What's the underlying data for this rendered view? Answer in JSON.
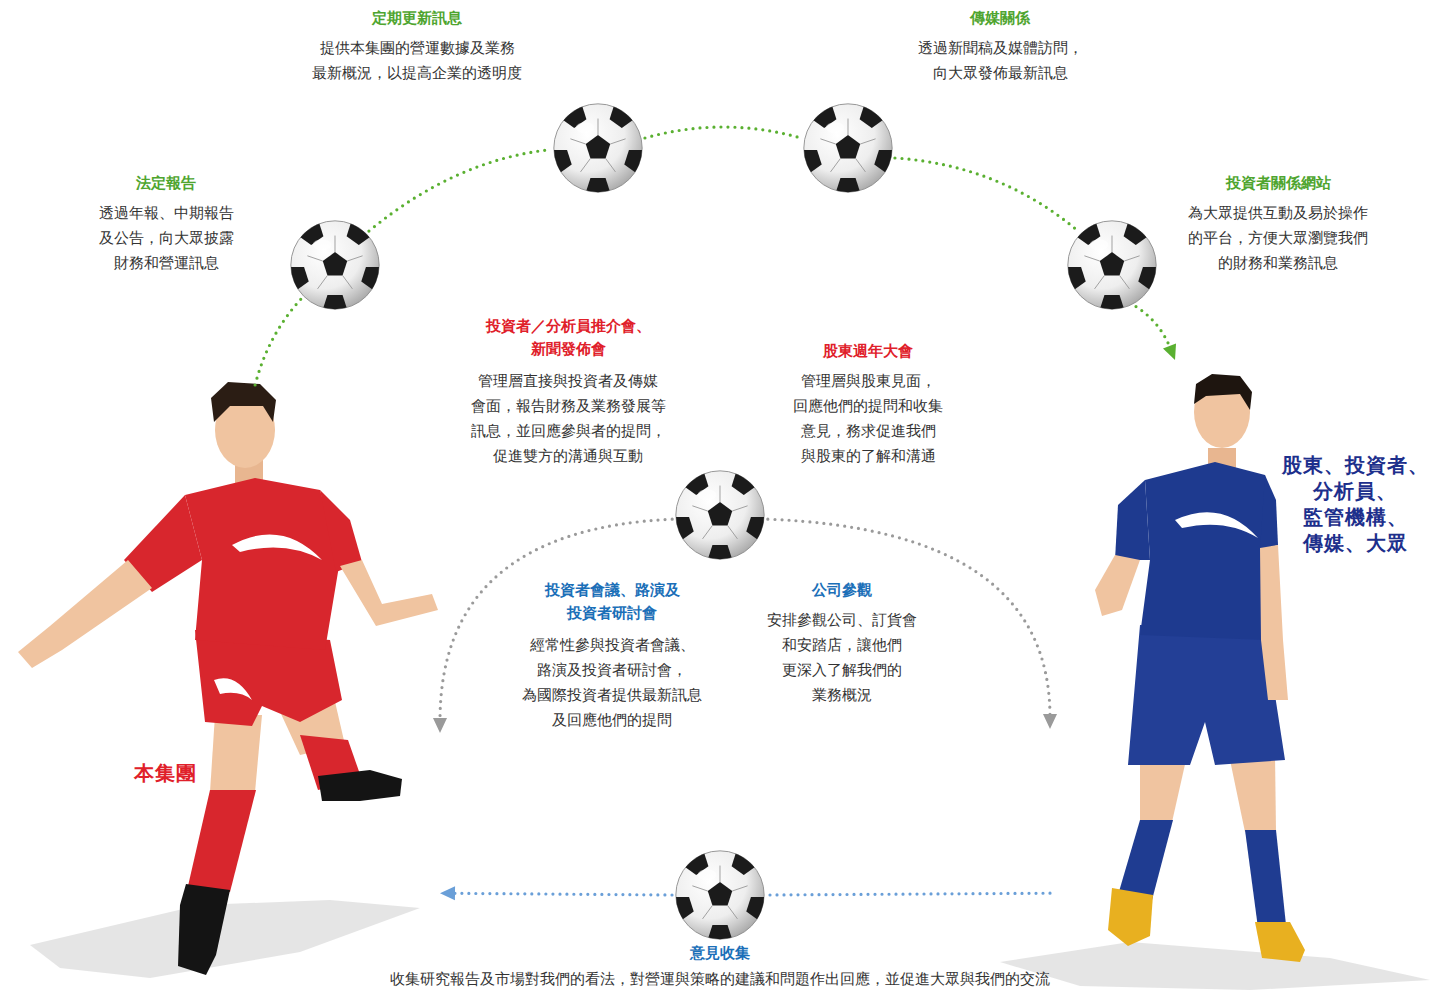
{
  "diagram": {
    "nodes": [
      {
        "text": [
          "定期更新訊息",
          "提供本集團的營運數據及業務 最新概況，以提高企業的透明度"
        ]
      },
      {
        "text": [
          "傳媒關係",
          "透過新聞稿及媒體訪問， 向大眾發佈最新訊息"
        ]
      },
      {
        "text": [
          "法定報告",
          "透過年報、中期報告 及公告，向大眾披露 財務和營運訊息"
        ]
      },
      {
        "text": [
          "投資者關係網站",
          "為大眾提供互動及易於操作 的平台，方便大眾瀏覽我們 的財務和業務訊息"
        ]
      },
      {
        "text": [
          "投資者／分析員推介會、 新聞發佈會",
          "管理層直接與投資者及傳媒 會面，報告財務及業務發展等 訊息，並回應參與者的提問， 促進雙方的溝通與互動",
          "股東週年大會",
          "管理層與股東見面， 回應他們的提問和收集 意見，務求促進我們 與股東的了解和溝通",
          "投資者會議、路演及 投資者研討會",
          "經常性參與投資者會議、 路演及投資者研討會， 為國際投資者提供最新訊息 及回應他們的提問",
          "公司參觀",
          "安排參觀公司、訂貨會 和安踏店，讓他們 更深入了解我們的 業務概況"
        ]
      },
      {
        "text": [
          "股東、投資者、 分析員、 監管機構、 傳媒、大眾"
        ]
      },
      {
        "text": [
          "本集團"
        ]
      },
      {
        "text": [
          "意見收集",
          "收集研究報告及市場對我們的看法，對營運與策略的建議和問題作出回應，並促進大眾與我們的交流"
        ]
      }
    ],
    "edges": [
      {
        "from": 6,
        "to": 2,
        "arrow": "none"
      },
      {
        "from": 2,
        "to": 0,
        "arrow": "none"
      },
      {
        "from": 0,
        "to": 1,
        "arrow": "none"
      },
      {
        "from": 1,
        "to": 3,
        "arrow": "none"
      },
      {
        "from": 3,
        "to": 5,
        "arrow": "to"
      },
      {
        "from": 4,
        "to": 6,
        "arrow": "to"
      },
      {
        "from": 4,
        "to": 5,
        "arrow": "to"
      },
      {
        "from": 5,
        "to": 7,
        "arrow": "none"
      },
      {
        "from": 7,
        "to": 6,
        "arrow": "to"
      }
    ]
  }
}
